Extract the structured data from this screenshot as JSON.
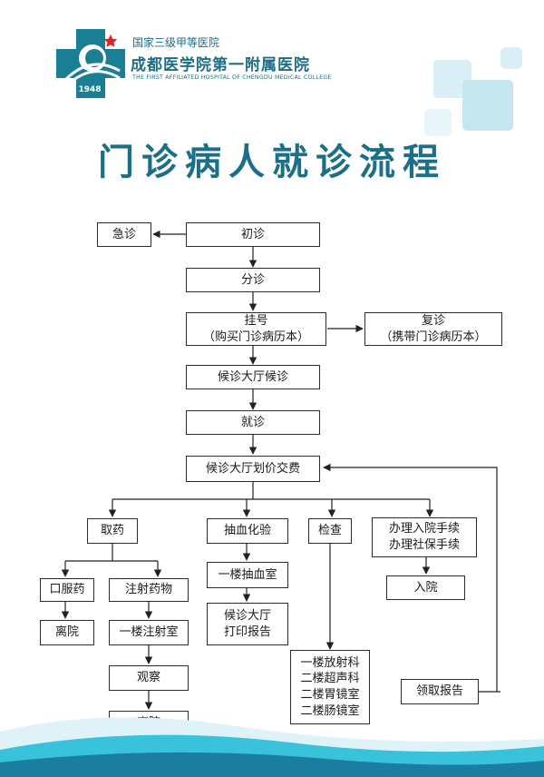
{
  "header": {
    "hospital_grade": "国家三级甲等医院",
    "hospital_name": "成都医学院第一附属医院",
    "hospital_name_en": "THE FIRST AFFILIATED HOSPITAL OF CHENGDU MEDICAL COLLEGE",
    "founded_year": "1948"
  },
  "title": "门诊病人就诊流程",
  "colors": {
    "brand": "#1c6f88",
    "logo_teal": "#1a7f95",
    "star": "#d62828",
    "wave_dark": "#1b7ea0",
    "wave_light": "#39c2dc"
  },
  "flow": {
    "emergency": "急诊",
    "first_visit": "初诊",
    "triage": "分诊",
    "registration": "挂号\n（购买门诊病历本）",
    "revisit": "复诊\n（携带门诊病历本）",
    "waiting_hall": "候诊大厅候诊",
    "consultation": "就诊",
    "payment": "候诊大厅划价交费",
    "medicine": "取药",
    "blood_test": "抽血化验",
    "examination": "检查",
    "admission_procedures": "办理入院手续\n办理社保手续",
    "oral_medicine": "口服药",
    "injection_medicine": "注射药物",
    "blood_room": "一楼抽血室",
    "admission": "入院",
    "leave_1": "离院",
    "injection_room": "一楼注射室",
    "print_report": "候诊大厅\n打印报告",
    "observation": "观察",
    "leave_2": "离院",
    "exam_rooms": "一楼放射科\n二楼超声科\n二楼胃镜室\n二楼肠镜室",
    "collect_report": "领取报告"
  }
}
